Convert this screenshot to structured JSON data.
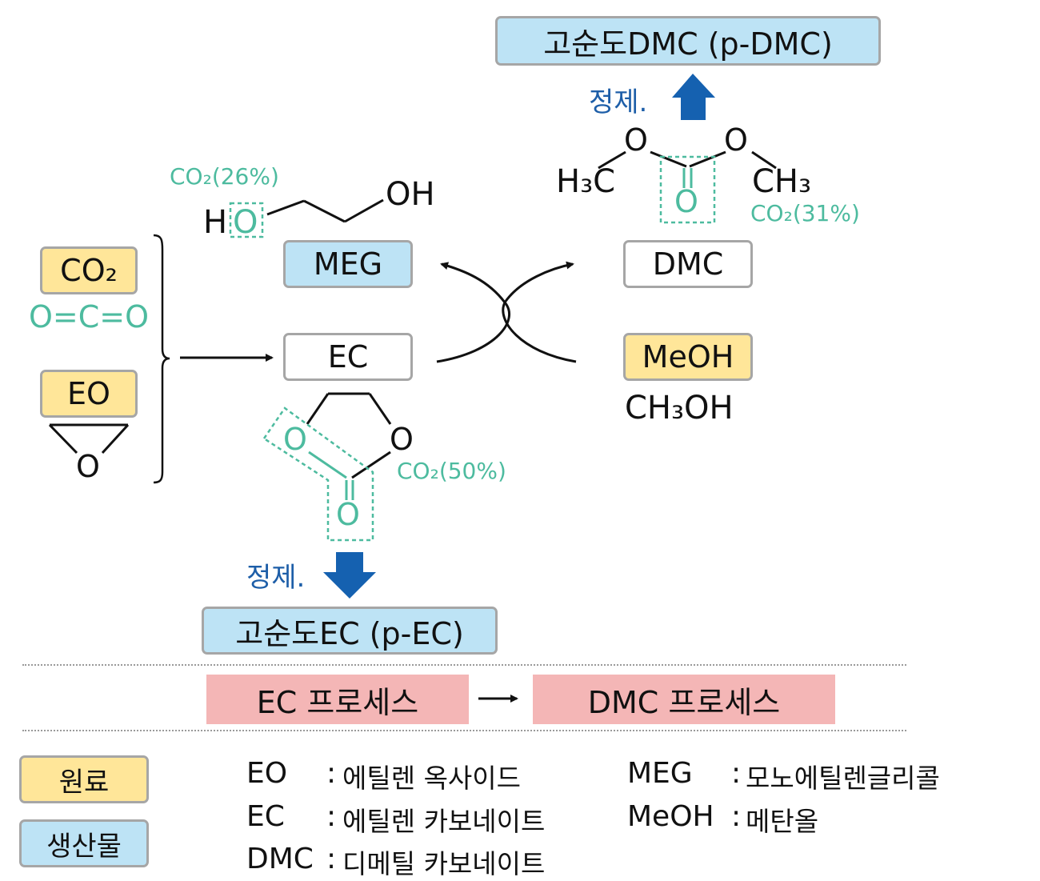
{
  "header_box": "고순도DMC (p-DMC)",
  "footer_product_box": "고순도EC (p-EC)",
  "purification_top": "정제.",
  "purification_bottom": "정제.",
  "raw_materials": {
    "co2": "CO₂",
    "co2_formula": "O=C=O",
    "eo": "EO",
    "eo_atom": "O"
  },
  "intermediates": {
    "meg": "MEG",
    "ec": "EC",
    "dmc": "DMC",
    "meoh": "MeOH",
    "meoh_formula": "CH₃OH"
  },
  "molecules": {
    "meg_h": "H",
    "meg_o": "O",
    "meg_oh": "OH",
    "meg_co2": "CO₂(26%)",
    "dmc_h3c": "H₃C",
    "dmc_ch3": "CH₃",
    "dmc_o_left": "O",
    "dmc_o_right": "O",
    "dmc_o_bottom": "O",
    "dmc_co2": "CO₂(31%)",
    "ec_o_left": "O",
    "ec_o_right": "O",
    "ec_o_bottom": "O",
    "ec_co2": "CO₂(50%)"
  },
  "process_flow": {
    "ec_process": "EC 프로세스",
    "arrow": "→",
    "dmc_process": "DMC 프로세스"
  },
  "legend": {
    "raw_label": "원료",
    "product_label": "생산물",
    "entries_left": [
      {
        "abbr": "EO",
        "sep": ":",
        "desc": "에틸렌 옥사이드"
      },
      {
        "abbr": "EC",
        "sep": ":",
        "desc": "에틸렌 카보네이트"
      },
      {
        "abbr": "DMC",
        "sep": ":",
        "desc": "디메틸 카보네이트"
      }
    ],
    "entries_right": [
      {
        "abbr": "MEG",
        "sep": ":",
        "desc": "모노에틸렌글리콜"
      },
      {
        "abbr": "MeOH",
        "sep": ":",
        "desc": "메탄올"
      }
    ]
  },
  "colors": {
    "raw_fill": "#ffe699",
    "product_fill": "#bde3f5",
    "co2_teal": "#4dbb9f",
    "arrow_blue": "#1561b0",
    "process_pink": "#f4b6b6"
  }
}
